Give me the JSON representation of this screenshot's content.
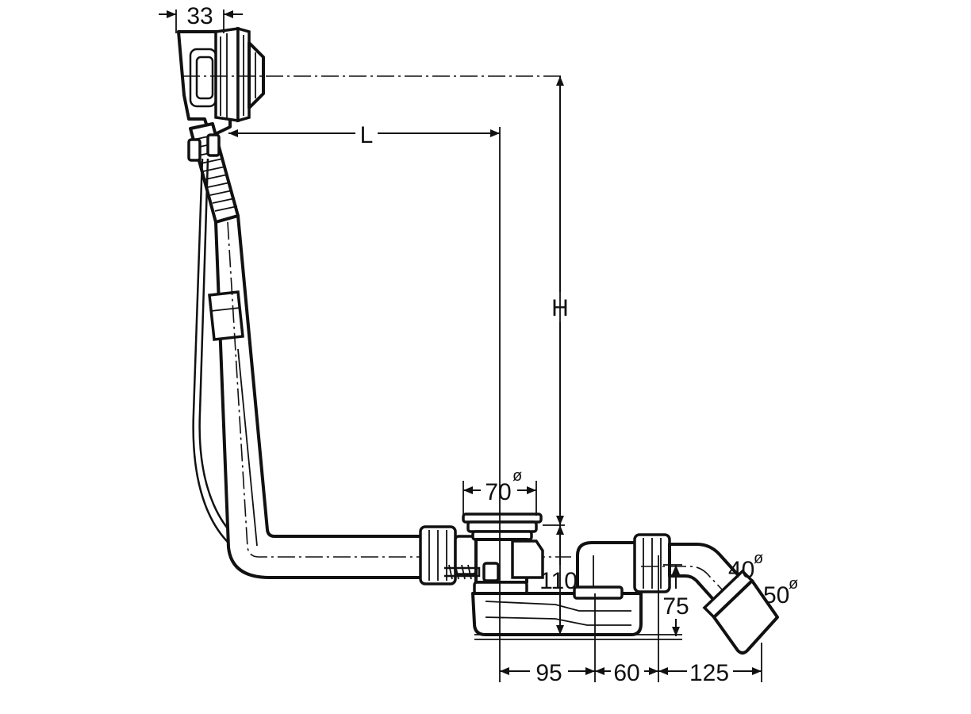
{
  "dimensions": {
    "overflow_offset": "33",
    "length": "L",
    "height": "H",
    "waste_diameter": "70",
    "waste_diameter_symbol": "ø",
    "trap_height": "110",
    "outlet_height": "75",
    "outlet_inner_diameter": "40",
    "outlet_inner_diameter_symbol": "ø",
    "outlet_outer_diameter": "50",
    "outlet_outer_diameter_symbol": "ø",
    "span_waste_to_trap": "95",
    "span_trap_to_elbow": "60",
    "span_elbow_to_outlet": "125"
  }
}
